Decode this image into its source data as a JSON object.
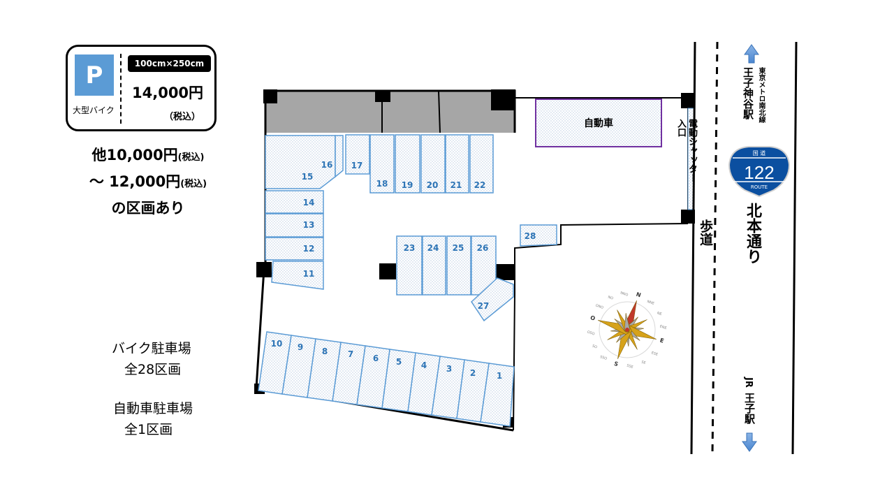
{
  "price_card": {
    "p_icon": "P",
    "type_label": "大型バイク",
    "size_label": "100cm×250cm",
    "price": "14,000円",
    "tax_note": "（税込）"
  },
  "range_note": {
    "line1": "他10,000円",
    "line1_tax": "(税込)",
    "line2": "～ 12,000円",
    "line2_tax": "(税込)",
    "line3": "の区画あり"
  },
  "totals": {
    "bike_label": "バイク駐車場",
    "bike_count": "全28区画",
    "car_label": "自動車駐車場",
    "car_count": "全1区画"
  },
  "map": {
    "car_space_label": "自動車",
    "shutter_label": "電動シャッター",
    "entrance_label": "入口",
    "sidewalk_label": "歩道",
    "bike_spaces": [
      "1",
      "2",
      "3",
      "4",
      "5",
      "6",
      "7",
      "8",
      "9",
      "10",
      "11",
      "12",
      "13",
      "14",
      "15",
      "16",
      "17",
      "18",
      "19",
      "20",
      "21",
      "22",
      "23",
      "24",
      "25",
      "26",
      "27",
      "28"
    ]
  },
  "compass": {
    "labels": [
      "N",
      "NNE",
      "NE",
      "ENE",
      "E",
      "ESE",
      "SE",
      "SSE",
      "S",
      "SSO",
      "SO",
      "OSO",
      "O",
      "ONO",
      "NO",
      "NNO"
    ]
  },
  "road": {
    "north_line": "東京メトロ南北線",
    "north_station": "王子神谷駅",
    "route_header": "国 道",
    "route_number": "122",
    "route_footer": "ROUTE",
    "road_name": "北本通り",
    "south_line": "JR",
    "south_station": "王子駅"
  },
  "colors": {
    "accent": "#5b9bd5",
    "number_text": "#2e75b6",
    "car_border": "#7030a0",
    "roof_gray": "#a6a6a6",
    "route_sign": "#0b4fa0"
  }
}
